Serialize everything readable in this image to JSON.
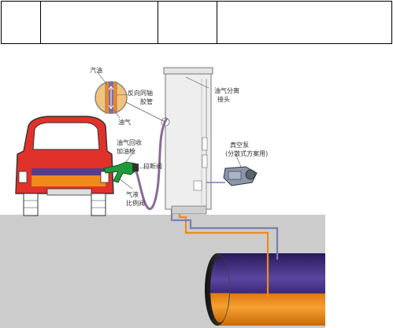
{
  "labels": {
    "gasoline": "汽油",
    "coaxial_hose_line1": "反向同轴",
    "coaxial_hose_line2": "胶管",
    "vapor": "油气",
    "separation_joint_line1": "油气分离",
    "separation_joint_line2": "接头",
    "recovery_nozzle_line1": "油气回收",
    "recovery_nozzle_line2": "加油枪",
    "breakaway_valve": "拉断阀",
    "ratio_valve_line1": "气液",
    "ratio_valve_line2": "比例阀",
    "vacuum_pump_line1": "真空泵",
    "vacuum_pump_line2": "(分散式方案用)"
  },
  "colors": {
    "ground": "#cccccc",
    "car_body": "#e0322a",
    "fuel": "#f08a1a",
    "vapor": "#5a3c8c",
    "vapor_line": "#7880b0",
    "hose": "#8a6a9a",
    "nozzle": "#1e9a3a"
  }
}
